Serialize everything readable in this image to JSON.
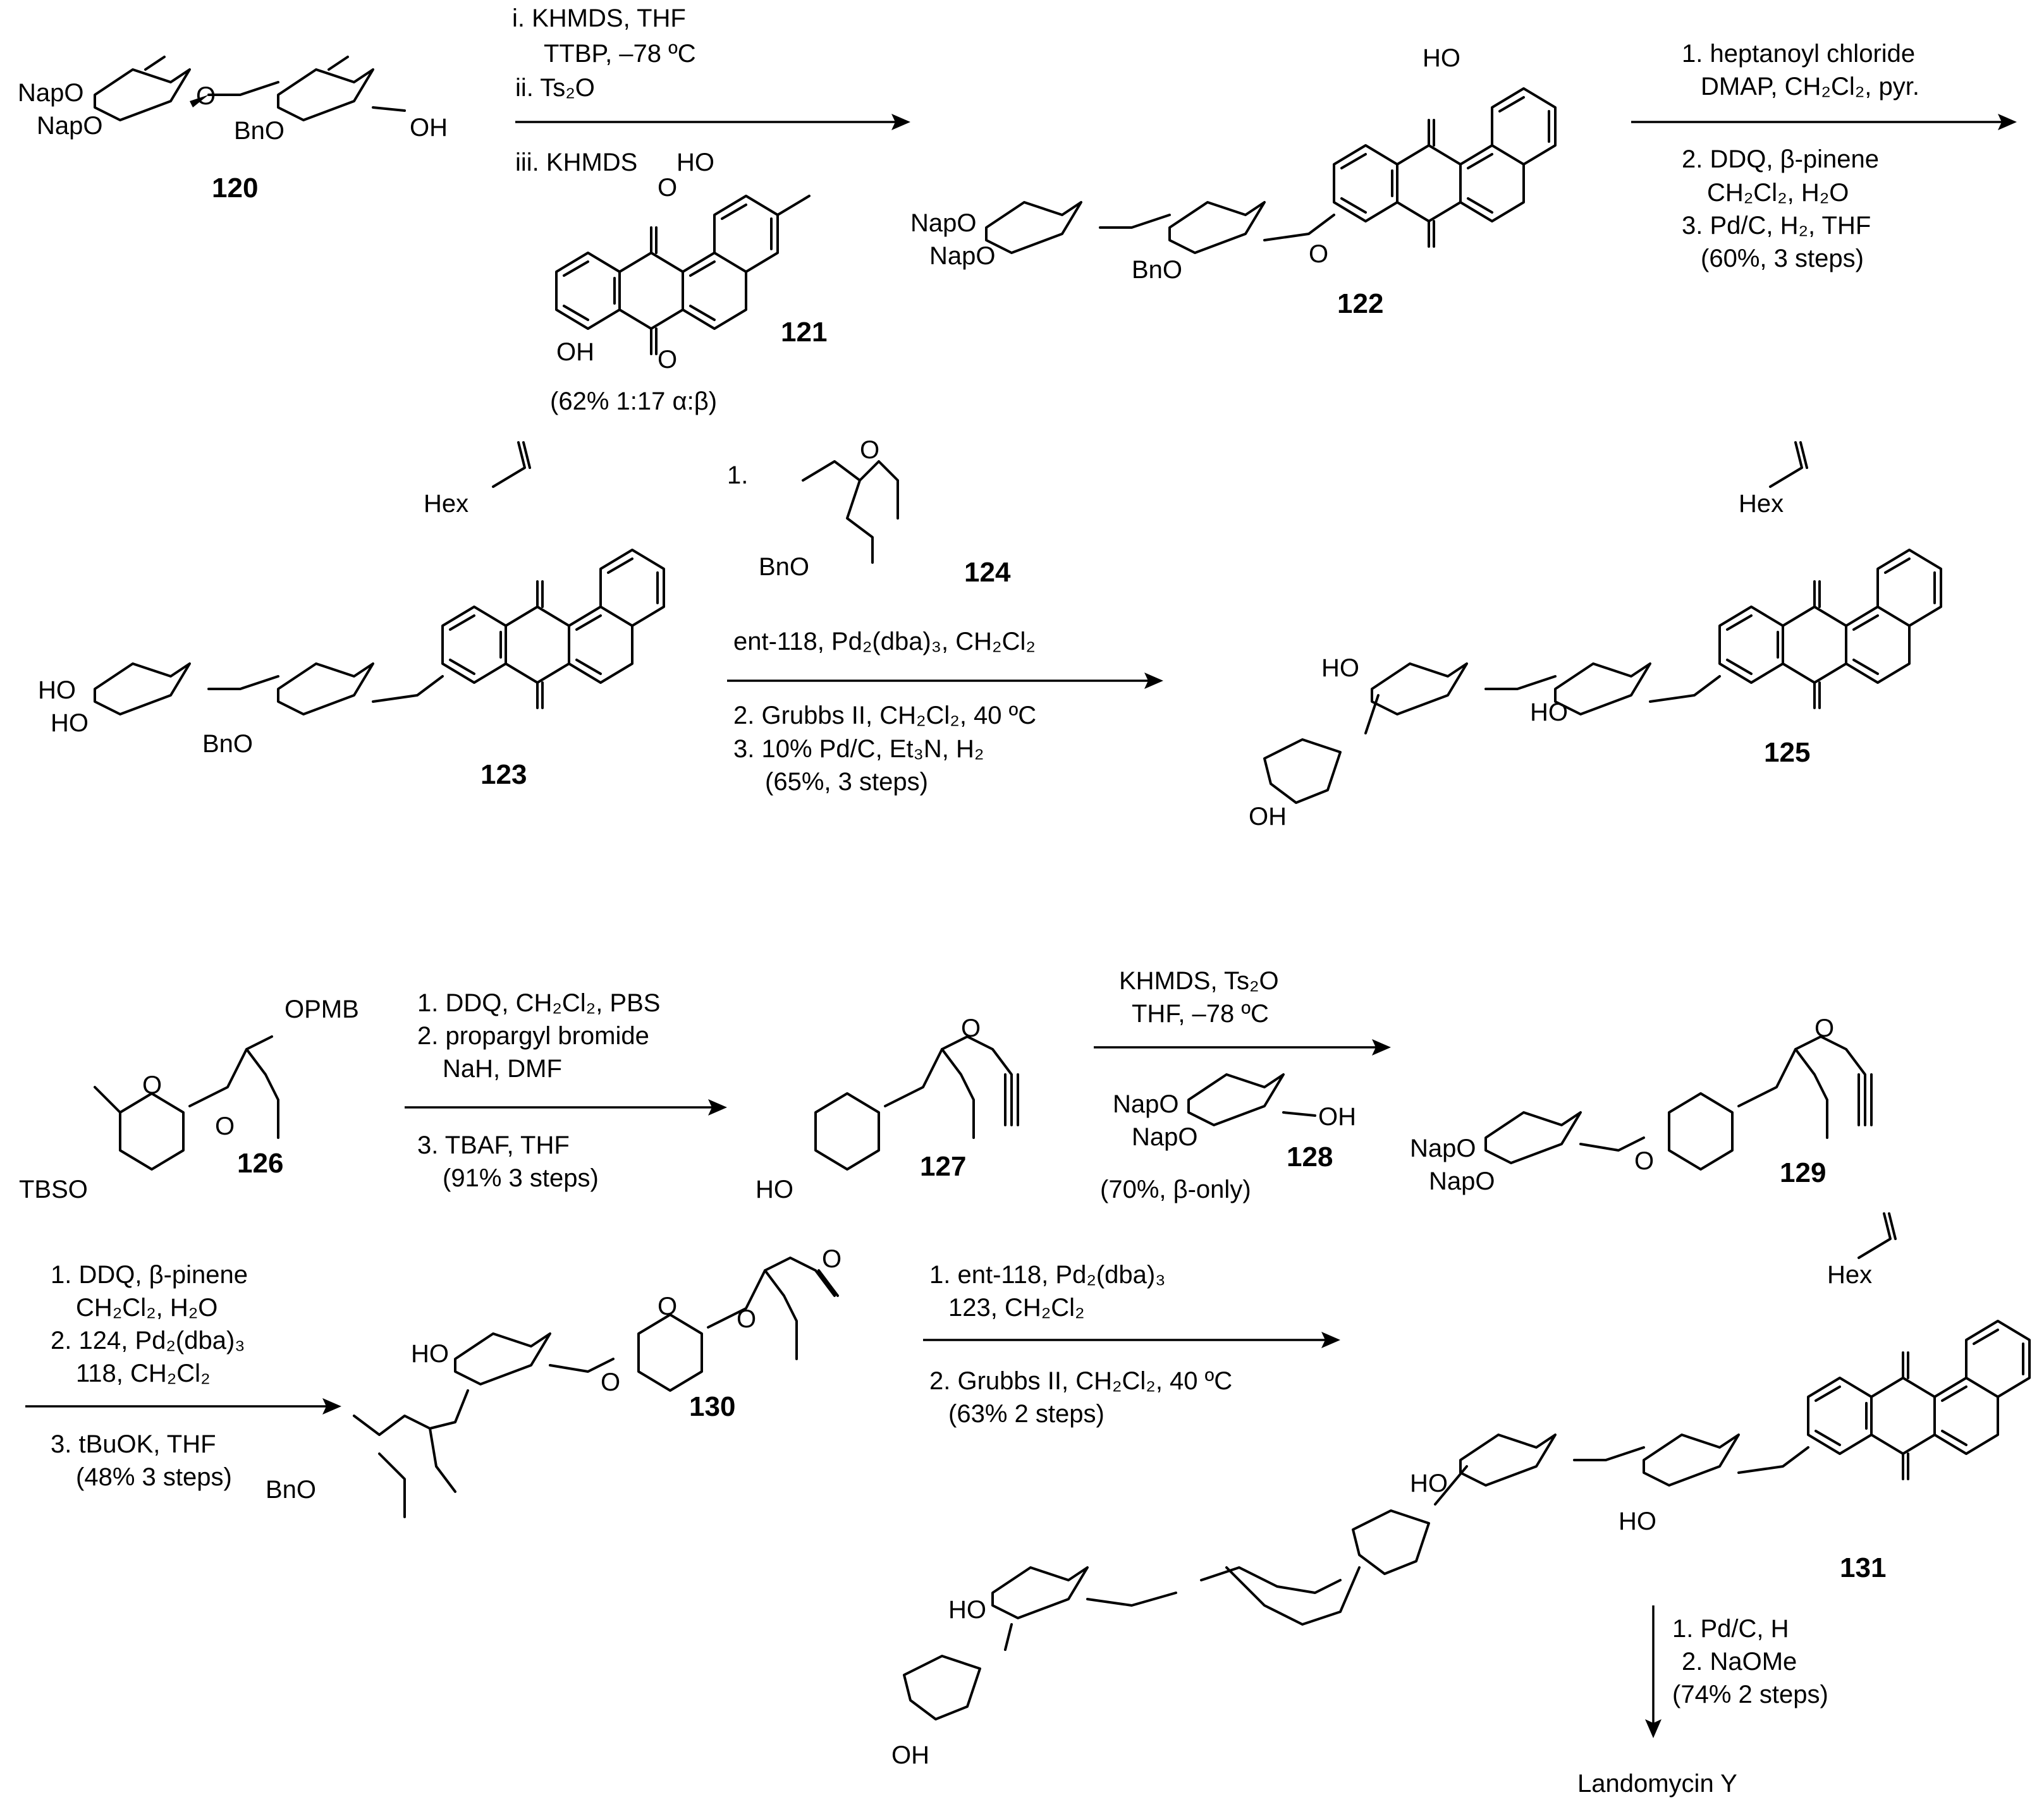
{
  "compounds": {
    "c120": "120",
    "c121": "121",
    "c122": "122",
    "c123": "123",
    "c124": "124",
    "c125": "125",
    "c126": "126",
    "c127": "127",
    "c128": "128",
    "c129": "129",
    "c130": "130",
    "c131": "131"
  },
  "groups": {
    "napo": "NapO",
    "bno": "BnO",
    "oh": "OH",
    "ho": "HO",
    "o": "O",
    "hex": "Hex",
    "opmb": "OPMB",
    "tbso": "TBSO",
    "hoArom": "HO"
  },
  "step1": {
    "lines": [
      "i. KHMDS, THF",
      "TTBP, –78 ºC",
      "ii. Ts₂O",
      "iii. KHMDS"
    ],
    "yield": "(62% 1:17 α:β)"
  },
  "step2": {
    "lines": [
      "1. heptanoyl chloride",
      "DMAP, CH₂Cl₂, pyr.",
      "2. DDQ, β-pinene",
      "CH₂Cl₂, H₂O",
      "3. Pd/C, H₂, THF",
      "(60%, 3 steps)"
    ]
  },
  "step3": {
    "lines": [
      "1.",
      "ent-118, Pd₂(dba)₃, CH₂Cl₂",
      "2. Grubbs II, CH₂Cl₂, 40 ºC",
      "3. 10% Pd/C, Et₃N, H₂",
      "(65%, 3 steps)"
    ]
  },
  "step4": {
    "lines": [
      "1. DDQ, CH₂Cl₂, PBS",
      "2. propargyl bromide",
      "NaH, DMF",
      "3. TBAF, THF",
      "(91% 3 steps)"
    ]
  },
  "step5": {
    "lines": [
      "KHMDS, Ts₂O",
      "THF, –78 ºC"
    ],
    "yield": "(70%, β-only)"
  },
  "step6": {
    "lines": [
      "1. DDQ, β-pinene",
      "CH₂Cl₂, H₂O",
      "2. 124, Pd₂(dba)₃",
      "118, CH₂Cl₂",
      "3. tBuOK, THF",
      "(48% 3 steps)"
    ]
  },
  "step7": {
    "lines": [
      "1. ent-118, Pd₂(dba)₃",
      "123, CH₂Cl₂",
      "2. Grubbs II, CH₂Cl₂, 40 ºC",
      "(63% 2 steps)"
    ]
  },
  "step8": {
    "lines": [
      "1. Pd/C, H",
      "2. NaOMe",
      "(74% 2 steps)"
    ]
  },
  "product": "Landomycin Y"
}
